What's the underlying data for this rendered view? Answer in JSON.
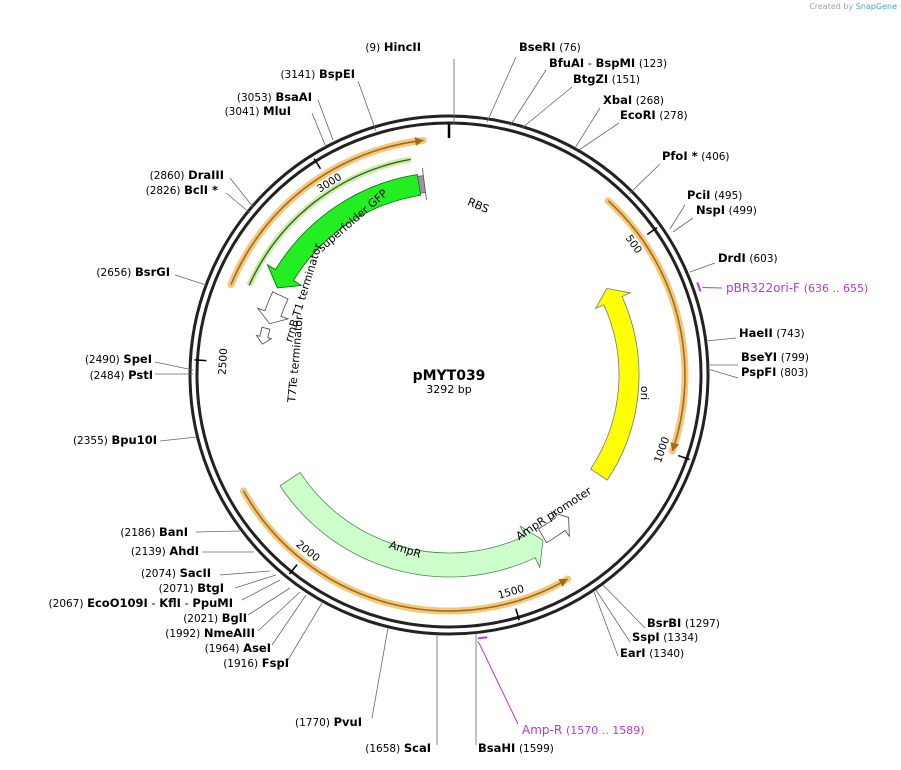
{
  "credit": {
    "prefix": "Created by",
    "brand": "SnapGene"
  },
  "plasmid": {
    "name": "pMYT039",
    "size_label": "3292 bp",
    "length": 3292
  },
  "ticks": [
    "500",
    "1000",
    "1500",
    "2000",
    "2500",
    "3000"
  ],
  "sites": [
    {
      "name": "HincII",
      "pos": "(9)"
    },
    {
      "name": "BseRI",
      "pos": "(76)"
    },
    {
      "name": "BfuAI",
      "alt": "BspMI",
      "pos": "(123)"
    },
    {
      "name": "BtgZI",
      "pos": "(151)"
    },
    {
      "name": "XbaI",
      "pos": "(268)"
    },
    {
      "name": "EcoRI",
      "pos": "(278)"
    },
    {
      "name": "PfoI *",
      "pos": "(406)"
    },
    {
      "name": "PciI",
      "pos": "(495)"
    },
    {
      "name": "NspI",
      "pos": "(499)"
    },
    {
      "name": "DrdI",
      "pos": "(603)"
    },
    {
      "name": "HaeII",
      "pos": "(743)"
    },
    {
      "name": "BseYI",
      "pos": "(799)"
    },
    {
      "name": "PspFI",
      "pos": "(803)"
    },
    {
      "name": "BsrBI",
      "pos": "(1297)"
    },
    {
      "name": "SspI",
      "pos": "(1334)"
    },
    {
      "name": "EarI",
      "pos": "(1340)"
    },
    {
      "name": "BsaHI",
      "pos": "(1599)"
    },
    {
      "name": "ScaI",
      "pos": "(1658)"
    },
    {
      "name": "PvuI",
      "pos": "(1770)"
    },
    {
      "name": "FspI",
      "pos": "(1916)"
    },
    {
      "name": "AseI",
      "pos": "(1964)"
    },
    {
      "name": "NmeAIII",
      "pos": "(1992)"
    },
    {
      "name": "BglI",
      "pos": "(2021)"
    },
    {
      "name": "EcoO109I",
      "alt": "KflI",
      "alt2": "PpuMI",
      "pos": "(2067)"
    },
    {
      "name": "BtgI",
      "pos": "(2071)"
    },
    {
      "name": "SacII",
      "pos": "(2074)"
    },
    {
      "name": "AhdI",
      "pos": "(2139)"
    },
    {
      "name": "BanI",
      "pos": "(2186)"
    },
    {
      "name": "Bpu10I",
      "pos": "(2355)"
    },
    {
      "name": "PstI",
      "pos": "(2484)"
    },
    {
      "name": "SpeI",
      "pos": "(2490)"
    },
    {
      "name": "BsrGI",
      "pos": "(2656)"
    },
    {
      "name": "BclI *",
      "pos": "(2826)"
    },
    {
      "name": "DraIII",
      "pos": "(2860)"
    },
    {
      "name": "MluI",
      "pos": "(3041)"
    },
    {
      "name": "BsaAI",
      "pos": "(3053)"
    },
    {
      "name": "BspEI",
      "pos": "(3141)"
    }
  ],
  "primers": [
    {
      "name": "pBR322ori-F",
      "range": "(636 .. 655)"
    },
    {
      "name": "Amp-R",
      "range": "(1570 .. 1589)"
    }
  ],
  "features": {
    "rbs": "RBS",
    "sfgfp": "superfolder GFP",
    "rrnb": "rrnB T1 terminator",
    "t7te": "T7Te terminator",
    "ori": "ori",
    "ampr": "AmpR",
    "ampr_promoter": "AmpR promoter"
  },
  "colors": {
    "primer": "#b23ad8",
    "gfp": "#22ee22",
    "ori": "#ffff00",
    "ampr": "#ccffcc",
    "orf_glow": "#f3c87a",
    "orf_line": "#a66a1c"
  }
}
